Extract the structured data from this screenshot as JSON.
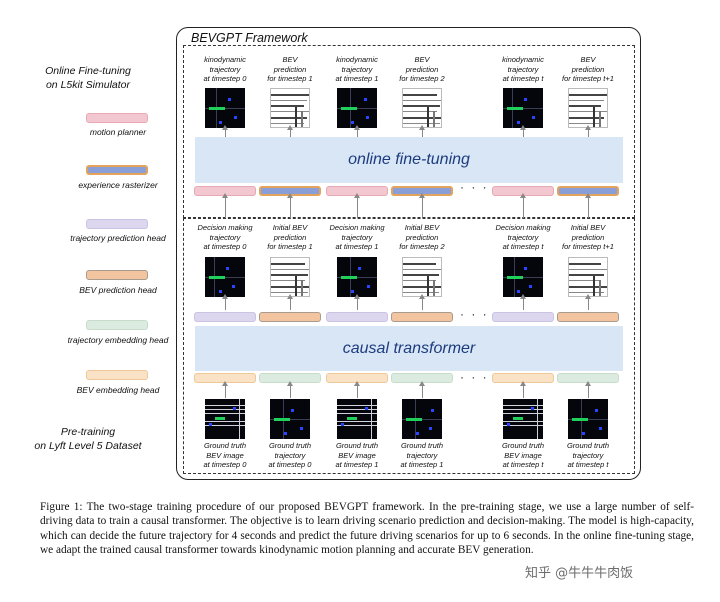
{
  "framework_title": "BEVGPT  Framework",
  "left_panel": {
    "top_title": "Online Fine-tuning\non L5kit Simulator",
    "bottom_title": "Pre-training\non Lyft Level 5 Dataset",
    "legend": [
      {
        "label": "motion planner",
        "swatch": "pink"
      },
      {
        "label": "experience rasterizer",
        "swatch": "raster"
      },
      {
        "label": "trajectory prediction head",
        "swatch": "purple"
      },
      {
        "label": "BEV prediction head",
        "swatch": "peach"
      },
      {
        "label": "trajectory embedding head",
        "swatch": "green"
      },
      {
        "label": "BEV embedding head",
        "swatch": "beige"
      }
    ]
  },
  "finetune": {
    "band_label": "online fine-tuning",
    "columns": [
      {
        "caption": "kinodynamic\ntrajectory\nat timestep 0",
        "image": "dark"
      },
      {
        "caption": "BEV\nprediction\nfor timestep 1",
        "image": "light"
      },
      {
        "caption": "kinodynamic\ntrajectory\nat timestep 1",
        "image": "dark"
      },
      {
        "caption": "BEV\nprediction\nfor timestep 2",
        "image": "light"
      },
      {
        "caption": "kinodynamic\ntrajectory\nat timestep t",
        "image": "dark"
      },
      {
        "caption": "BEV\nprediction\nfor timestep t+1",
        "image": "light"
      }
    ],
    "bars": [
      "pink",
      "raster",
      "pink",
      "raster",
      "pink",
      "raster"
    ],
    "ellipsis": "· · ·"
  },
  "pretrain": {
    "band_label": "causal transformer",
    "top_columns": [
      {
        "caption": "Decision making\ntrajectory\nat timestep 0",
        "image": "dark"
      },
      {
        "caption": "Initial BEV\nprediction\nfor timestep 1",
        "image": "light"
      },
      {
        "caption": "Decision making\ntrajectory\nat timestep 1",
        "image": "dark"
      },
      {
        "caption": "Initial BEV\nprediction\nfor timestep 2",
        "image": "light"
      },
      {
        "caption": "Decision making\ntrajectory\nat timestep t",
        "image": "dark"
      },
      {
        "caption": "Initial BEV\nprediction\nfor timestep t+1",
        "image": "light"
      }
    ],
    "head_bars": [
      "purple",
      "peach",
      "purple",
      "peach",
      "purple",
      "peach"
    ],
    "embed_bars": [
      "beige",
      "green",
      "beige",
      "green",
      "beige",
      "green"
    ],
    "bottom_columns": [
      {
        "caption": "Ground truth\nBEV image\nat timestep 0",
        "image": "road"
      },
      {
        "caption": "Ground truth\ntrajectory\nat timestep 0",
        "image": "dark"
      },
      {
        "caption": "Ground truth\nBEV image\nat timestep 1",
        "image": "road"
      },
      {
        "caption": "Ground truth\ntrajectory\nat timestep 1",
        "image": "dark"
      },
      {
        "caption": "Ground truth\nBEV image\nat timestep t",
        "image": "road"
      },
      {
        "caption": "Ground truth\ntrajectory\nat timestep t",
        "image": "dark"
      }
    ],
    "ellipsis": "· · ·"
  },
  "caption": "Figure 1: The two-stage training procedure of our proposed BEVGPT framework. In the pre-training stage, we use a large number of self-driving data to train a causal transformer. The objective is to learn driving scenario prediction and decision-making. The model is high-capacity, which can decide the future trajectory for 4 seconds and predict the future driving scenarios for up to 6 seconds. In the online fine-tuning stage, we adapt the trained causal transformer towards kinodynamic motion planning and accurate BEV generation.",
  "watermark": "知乎 @牛牛牛肉饭"
}
